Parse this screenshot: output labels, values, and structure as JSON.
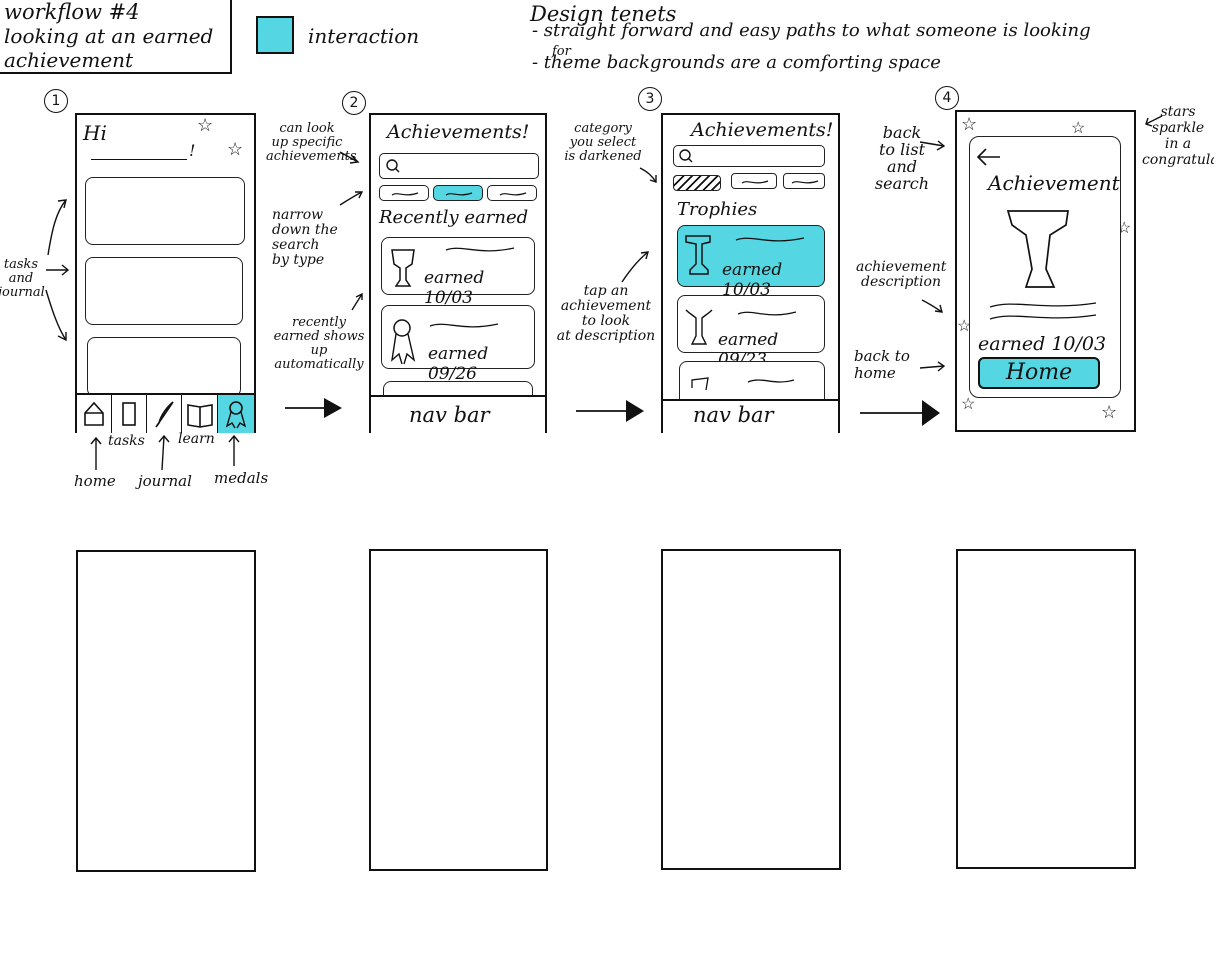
{
  "header": {
    "workflow_lines": [
      "workflow #4",
      "looking at an earned",
      "achievement"
    ],
    "legend_label": "interaction",
    "tenets_title": "Design tenets",
    "tenet_1": "- straight forward and easy paths to what someone is looking",
    "tenet_1_cont": "for",
    "tenet_2": "- theme backgrounds are a comforting space"
  },
  "steps": [
    "1",
    "2",
    "3",
    "4"
  ],
  "screen1": {
    "greeting": "Hi",
    "nav_labels": {
      "tasks": "tasks",
      "learn": "learn",
      "home": "home",
      "journal": "journal",
      "medals": "medals"
    },
    "note_side": [
      "tasks",
      "and",
      "journal"
    ]
  },
  "screen2": {
    "title": "Achievements!",
    "section": "Recently earned",
    "card1_text": "earned 10/03",
    "card2_text": "earned 09/26",
    "nav": "nav bar",
    "notes": {
      "lookup": [
        "can look",
        "up specific",
        "achievements"
      ],
      "narrow": [
        "narrow",
        "down the",
        "search",
        "by type"
      ],
      "recent": [
        "recently",
        "earned shows",
        "up automatically"
      ]
    }
  },
  "screen3": {
    "title": "Achievements!",
    "section": "Trophies",
    "card1_text": "earned 10/03",
    "card2_text": "earned 09/23",
    "nav": "nav bar",
    "notes": {
      "category": [
        "category",
        "you select",
        "is darkened"
      ],
      "tap": [
        "tap an",
        "achievement",
        "to look",
        "at description"
      ]
    }
  },
  "screen4": {
    "title": "Achievement",
    "earned": "earned 10/03",
    "home_button": "Home",
    "notes": {
      "back": [
        "back",
        "to list",
        "and search"
      ],
      "desc": [
        "achievement",
        "description"
      ],
      "home": [
        "back to",
        "home"
      ],
      "stars": [
        "stars",
        "sparkle",
        "in a",
        "congratulatory"
      ]
    }
  },
  "colors": {
    "interaction": "#55d6e3",
    "ink": "#111111"
  }
}
